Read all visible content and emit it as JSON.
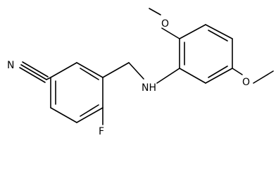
{
  "molecule": {
    "atoms": {
      "nitrile_n": "N",
      "fluorine": "F",
      "amine": "NH",
      "methoxy_top": "O",
      "methoxy_right": "O"
    },
    "colors": {
      "bond": "#000000",
      "label": "#000000",
      "background": "#ffffff"
    }
  }
}
